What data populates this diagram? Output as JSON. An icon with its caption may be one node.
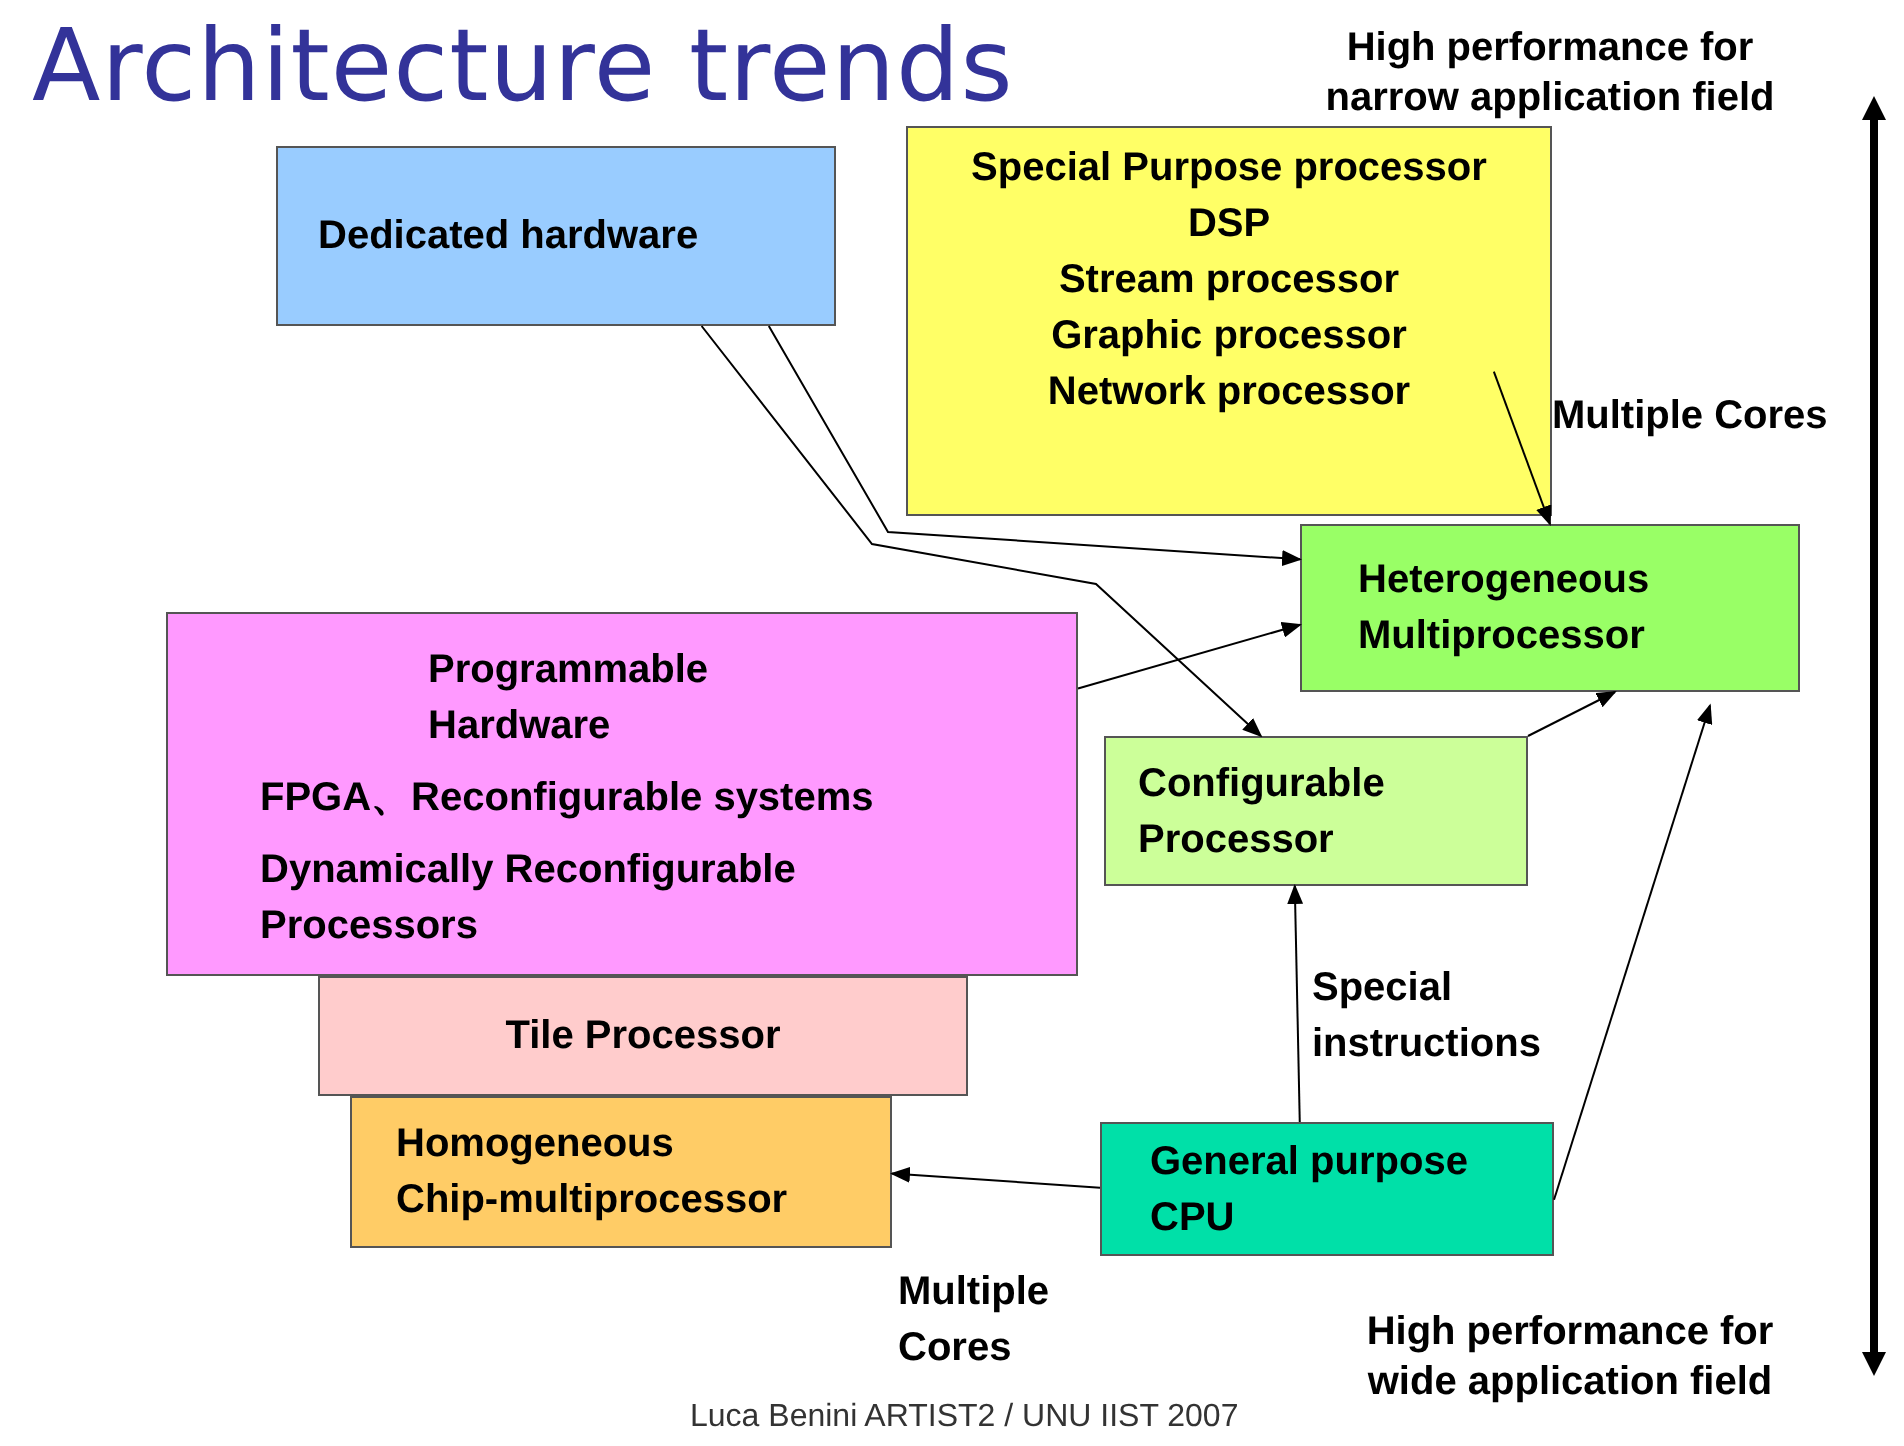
{
  "diagram": {
    "title": "Architecture trends",
    "nodes": [
      {
        "text": [
          "Dedicated hardware"
        ]
      },
      {
        "text": [
          "Special Purpose processor",
          "DSP",
          "Stream processor",
          "Graphic processor",
          "Network processor"
        ]
      },
      {
        "text": [
          "Heterogeneous Multiprocessor"
        ]
      },
      {
        "text": [
          "Programmable Hardware",
          "FPGA、Reconfigurable systems",
          "Dynamically Reconfigurable Processors"
        ]
      },
      {
        "text": [
          "Configurable Processor"
        ]
      },
      {
        "text": [
          "Tile Processor"
        ]
      },
      {
        "text": [
          "Homogeneous Chip-multiprocessor"
        ]
      },
      {
        "text": [
          "General purpose CPU"
        ]
      }
    ],
    "edges": [
      {
        "from": 0,
        "to": 2,
        "arrow": "to"
      },
      {
        "from": 0,
        "to": 4,
        "arrow": "to"
      },
      {
        "from": 1,
        "to": 2,
        "arrow": "to",
        "label": "Multiple Cores"
      },
      {
        "from": 3,
        "to": 2,
        "arrow": "to"
      },
      {
        "from": 4,
        "to": 2,
        "arrow": "to"
      },
      {
        "from": 7,
        "to": 4,
        "arrow": "to",
        "label": "Special instructions"
      },
      {
        "from": 7,
        "to": 2,
        "arrow": "to"
      },
      {
        "from": 7,
        "to": 6,
        "arrow": "to",
        "label": "Multiple Cores"
      }
    ],
    "labels": [
      "High performance for narrow application field",
      "High performance for wide application field",
      "Luca Benini ARTIST2 / UNU IIST 2007"
    ]
  }
}
